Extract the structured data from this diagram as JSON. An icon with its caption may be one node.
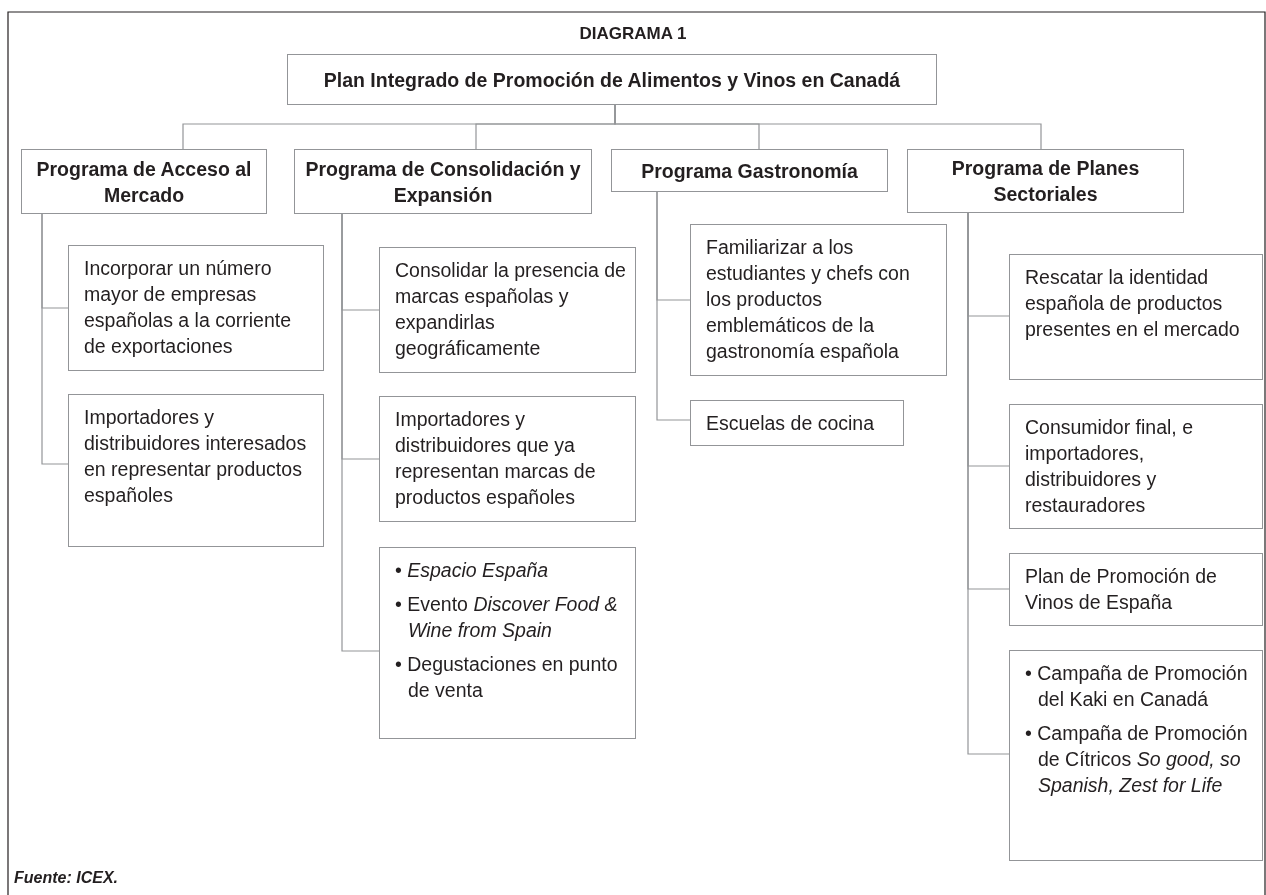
{
  "diagram": {
    "title": "DIAGRAMA 1",
    "caption": "Fuente: ICEX.",
    "nodes": [
      {
        "text": [
          "Plan Integrado de Promoción de Alimentos y Vinos en Canadá"
        ]
      },
      {
        "text": [
          "Programa de Acceso al Mercado"
        ]
      },
      {
        "text": [
          "Programa de Consolidación y Expansión"
        ]
      },
      {
        "text": [
          "Programa Gastronomía"
        ]
      },
      {
        "text": [
          "Programa de Planes Sectoriales"
        ]
      },
      {
        "text": [
          "Incorporar un número mayor de empresas españolas a la corriente de exportaciones"
        ]
      },
      {
        "text": [
          "Importadores y distribuidores interesados en representar productos españoles"
        ]
      },
      {
        "text": [
          "Consolidar la presencia de marcas españolas y expandirlas geográficamente"
        ]
      },
      {
        "text": [
          "Importadores y distribuidores que ya representan marcas de productos españoles"
        ]
      },
      {
        "text": [
          "• *Espacio España*",
          "• Evento *Discover Food & Wine from Spain*",
          "• Degustaciones en punto de venta"
        ]
      },
      {
        "text": [
          "Familiarizar a los estudiantes y chefs con los productos emblemáticos de la gastronomía española"
        ]
      },
      {
        "text": [
          "Escuelas de cocina"
        ]
      },
      {
        "text": [
          "Rescatar la identidad española de productos presentes en el mercado"
        ]
      },
      {
        "text": [
          "Consumidor final, e importadores, distribuidores y restauradores"
        ]
      },
      {
        "text": [
          "Plan de Promoción de Vinos de España"
        ]
      },
      {
        "text": [
          "• Campaña de Promoción del Kaki en Canadá",
          "• Campaña de Promoción de Cítricos *So good, so Spanish, Zest for Life*"
        ]
      }
    ],
    "edges": [
      {
        "from": 0,
        "to": 1,
        "arrow": "none"
      },
      {
        "from": 0,
        "to": 2,
        "arrow": "none"
      },
      {
        "from": 0,
        "to": 3,
        "arrow": "none"
      },
      {
        "from": 0,
        "to": 4,
        "arrow": "none"
      },
      {
        "from": 1,
        "to": 5,
        "arrow": "none"
      },
      {
        "from": 1,
        "to": 6,
        "arrow": "none"
      },
      {
        "from": 2,
        "to": 7,
        "arrow": "none"
      },
      {
        "from": 2,
        "to": 8,
        "arrow": "none"
      },
      {
        "from": 2,
        "to": 9,
        "arrow": "none"
      },
      {
        "from": 3,
        "to": 10,
        "arrow": "none"
      },
      {
        "from": 3,
        "to": 11,
        "arrow": "none"
      },
      {
        "from": 4,
        "to": 12,
        "arrow": "none"
      },
      {
        "from": 4,
        "to": 13,
        "arrow": "none"
      },
      {
        "from": 4,
        "to": 14,
        "arrow": "none"
      },
      {
        "from": 4,
        "to": 15,
        "arrow": "none"
      }
    ]
  }
}
